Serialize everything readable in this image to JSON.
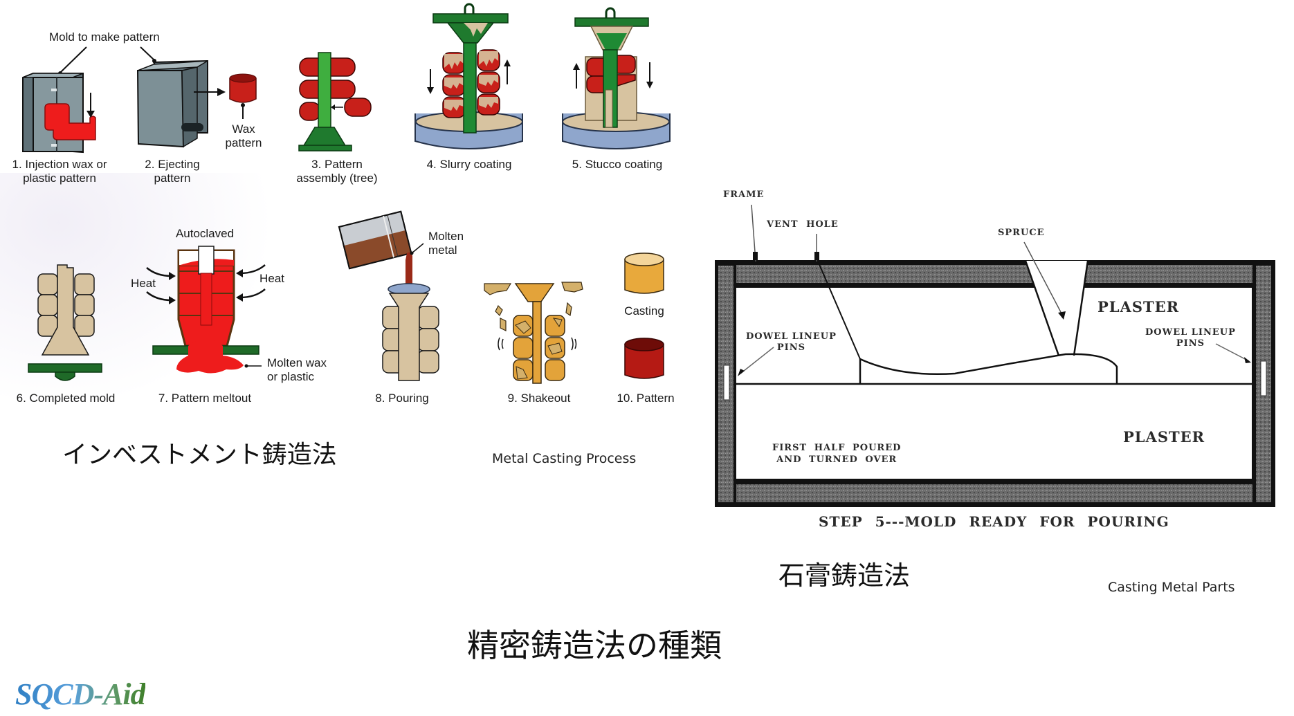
{
  "investment_casting": {
    "caption_jp": "インベストメント鋳造法",
    "source": "Metal Casting Process",
    "callouts": {
      "mold_to_make_pattern": "Mold to make pattern",
      "wax_pattern": "Wax\npattern",
      "autoclaved": "Autoclaved",
      "heat_left": "Heat",
      "heat_right": "Heat",
      "molten_wax": "Molten wax\nor plastic",
      "molten_metal": "Molten\nmetal",
      "casting": "Casting"
    },
    "steps": [
      {
        "label": "1. Injection wax or\nplastic pattern"
      },
      {
        "label": "2. Ejecting\npattern"
      },
      {
        "label": "3. Pattern\nassembly (tree)"
      },
      {
        "label": "4. Slurry coating"
      },
      {
        "label": "5. Stucco coating"
      },
      {
        "label": "6. Completed mold"
      },
      {
        "label": "7. Pattern meltout"
      },
      {
        "label": "8. Pouring"
      },
      {
        "label": "9. Shakeout"
      },
      {
        "label": "10. Pattern"
      }
    ],
    "colors": {
      "mold_steel": "#7b8e95",
      "wax_red": "#c8201a",
      "bright_red": "#ee1c1c",
      "tree_green": "#1f7a2e",
      "light_green": "#3fae3f",
      "ceramic_tan": "#d7c3a0",
      "casting_gold": "#e3a33a",
      "slurry_blue": "#8fa6cc",
      "molten_brown": "#9a4a22"
    }
  },
  "plaster_casting": {
    "caption_jp": "石膏鋳造法",
    "source": "Casting Metal Parts",
    "labels": {
      "frame": "FRAME",
      "vent_hole": "VENT HOLE",
      "spruce": "SPRUCE",
      "plaster_upper": "PLASTER",
      "plaster_lower": "PLASTER",
      "dowel_left": "DOWEL LINEUP\nPINS",
      "dowel_right": "DOWEL LINEUP\nPINS",
      "first_half": "FIRST HALF POURED\nAND TURNED OVER",
      "step_caption": "STEP 5---MOLD READY FOR POURING"
    }
  },
  "page": {
    "title": "精密鋳造法の種類",
    "logo": "SQCD-Aid"
  }
}
